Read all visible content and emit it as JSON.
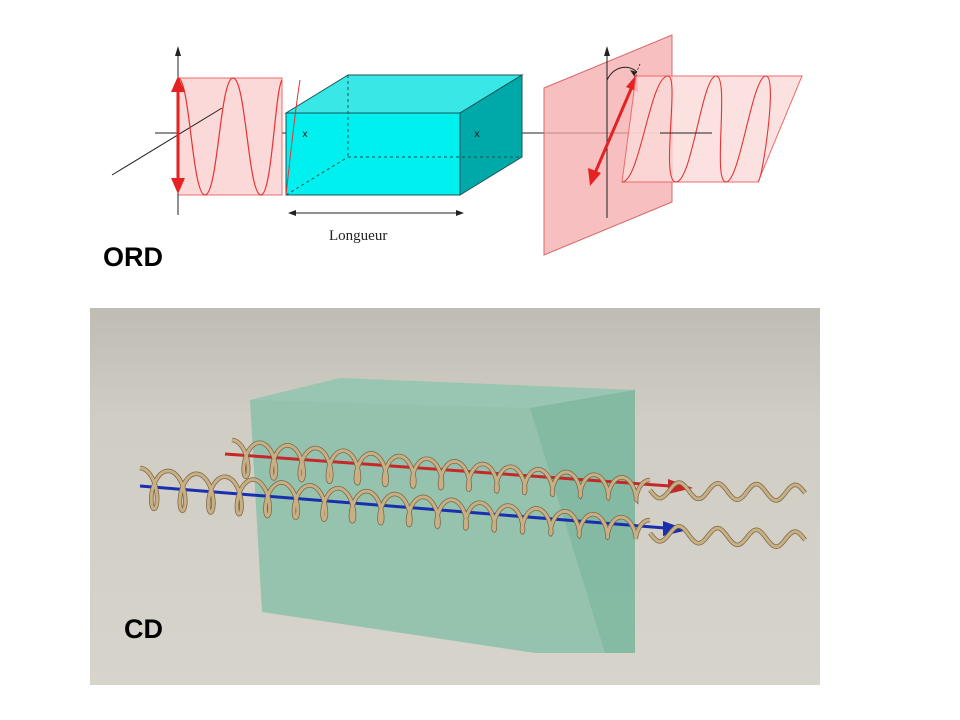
{
  "ord": {
    "label": "ORD",
    "dimension_label": "Longueur",
    "axis_mark_1": "x",
    "axis_mark_2": "x"
  },
  "cd": {
    "label": "CD"
  },
  "colors": {
    "polarizer_fill": "#f9d6d6",
    "wave_red": "#e53333",
    "sample_cyan": "#00e5e5",
    "sample_cyan_dark": "#00a8a8",
    "cd_box": "#7fb8a3",
    "helix": "#c9b084",
    "arrow_red": "#c62828",
    "arrow_blue": "#1a2fb0"
  }
}
